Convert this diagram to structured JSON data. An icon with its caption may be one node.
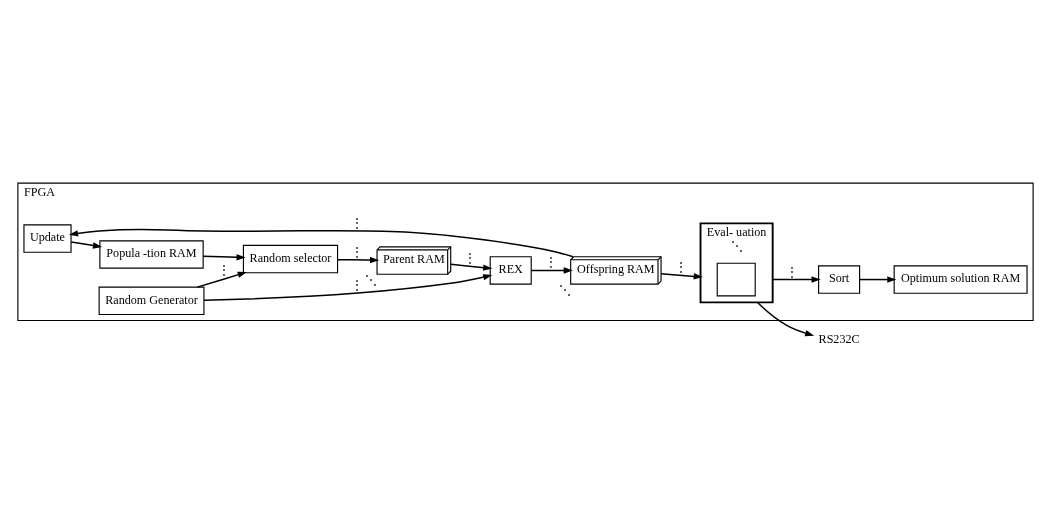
{
  "diagram": {
    "nodes": [
      {
        "text": [
          "FPGA"
        ]
      },
      {
        "text": [
          "Update"
        ],
        "in": 0
      },
      {
        "text": [
          "Popula -tion RAM"
        ],
        "in": 0
      },
      {
        "text": [
          "Random selector"
        ],
        "in": 0
      },
      {
        "text": [
          "Parent RAM"
        ],
        "in": 0,
        "beside": [
          "⋱"
        ]
      },
      {
        "text": [
          "REX"
        ],
        "in": 0
      },
      {
        "text": [
          "Offspring RAM"
        ],
        "in": 0,
        "beside": [
          "⋱"
        ]
      },
      {
        "text": [
          "Eval- uation"
        ],
        "in": 0,
        "beside": [
          "⋱"
        ]
      },
      {
        "text": [],
        "shape": "box",
        "in": 7
      },
      {
        "text": [
          "Random Generator"
        ],
        "in": 0
      },
      {
        "text": [
          "Sort"
        ],
        "in": 0
      },
      {
        "text": [
          "Optimum solution RAM"
        ],
        "in": 0
      },
      {
        "text": [
          "RS232C"
        ]
      }
    ],
    "edges": [
      {
        "from": 1,
        "to": 2,
        "arrow": "to"
      },
      {
        "from": 2,
        "to": 3,
        "arrow": "to"
      },
      {
        "from": 3,
        "to": 4,
        "arrow": "to",
        "label": "⋮"
      },
      {
        "from": 4,
        "to": 5,
        "arrow": "to",
        "label": "⋮"
      },
      {
        "from": 5,
        "to": 6,
        "arrow": "to",
        "label": "⋮"
      },
      {
        "from": 6,
        "to": 7,
        "arrow": "to",
        "label": "⋮"
      },
      {
        "from": 6,
        "to": 1,
        "arrow": "to",
        "label": "⋮"
      },
      {
        "from": 7,
        "to": 12,
        "arrow": "to"
      },
      {
        "from": 7,
        "to": 10,
        "arrow": "to",
        "label": "⋮"
      },
      {
        "from": 10,
        "to": 11,
        "arrow": "to"
      },
      {
        "from": 9,
        "to": 3,
        "arrow": "to",
        "label": "⋮"
      },
      {
        "from": 9,
        "to": 5,
        "arrow": "to",
        "label": "⋮"
      }
    ]
  }
}
